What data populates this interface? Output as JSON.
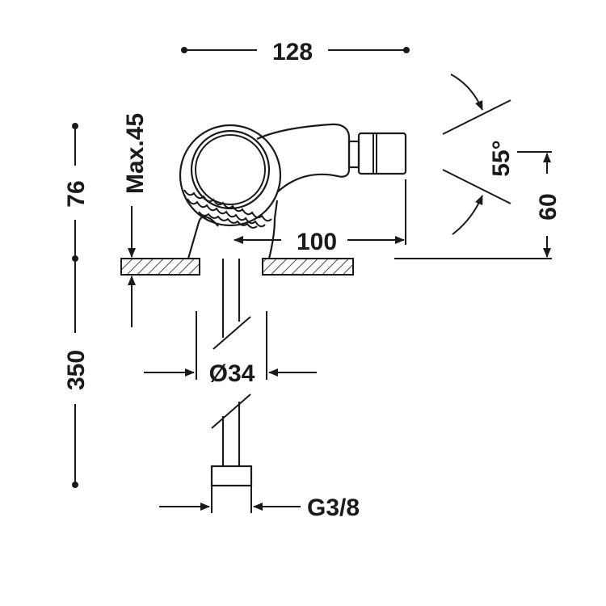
{
  "drawing": {
    "width_128": "128",
    "reach_100": "100",
    "angle": "55°",
    "height_60": "60",
    "max_45": "Max.45",
    "height_76": "76",
    "hose_350": "350",
    "diameter_34": "Ø34",
    "thread_g38": "G3/8"
  },
  "colors": {
    "line": "#1a1a1a",
    "background": "#ffffff"
  }
}
